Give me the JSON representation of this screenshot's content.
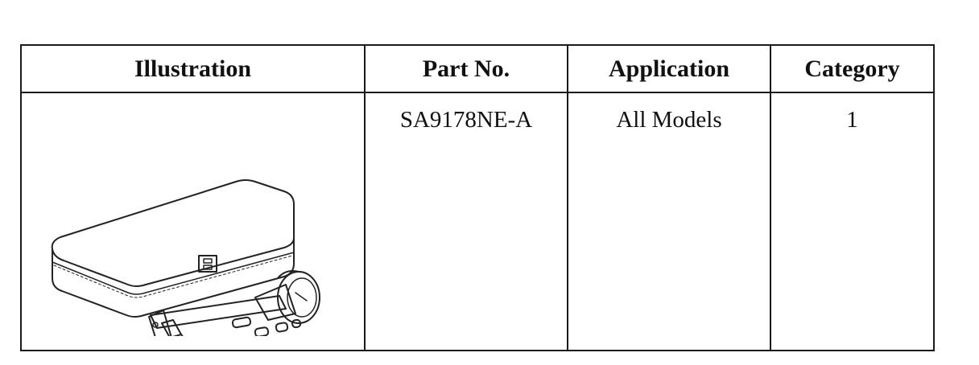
{
  "table": {
    "headers": {
      "illustration": "Illustration",
      "part_no": "Part No.",
      "application": "Application",
      "category": "Category"
    },
    "rows": [
      {
        "part_no": "SA9178NE-A",
        "application": "All Models",
        "category": "1",
        "illustration_icon": "tool-kit-case-with-gauge-icon"
      }
    ]
  }
}
